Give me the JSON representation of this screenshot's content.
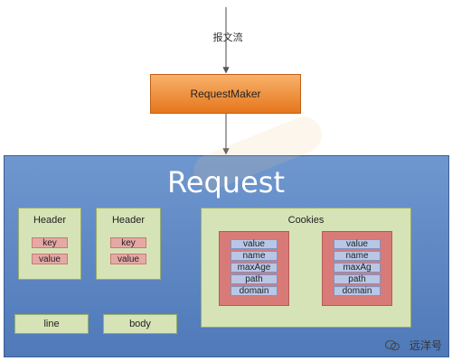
{
  "labels": {
    "top_flow": "报文流",
    "request_maker": "RequestMaker",
    "request": "Request",
    "header1": "Header",
    "header2": "Header",
    "key": "key",
    "value": "value",
    "cookies": "Cookies",
    "cookie1": [
      "value",
      "name",
      "maxAge",
      "path",
      "domain"
    ],
    "cookie2": [
      "value",
      "name",
      "maxAg",
      "path",
      "domain"
    ],
    "line": "line",
    "body": "body",
    "watermark_text": "远洋号"
  },
  "colors": {
    "request_bg": "#5a82c1",
    "request_maker": "#ef8a2b",
    "green_box": "#d6e3b6",
    "pill_pink": "#e5a8a5",
    "cookie_red": "#d77a78",
    "pill_blue": "#b8c7e6"
  },
  "icons": {
    "watermark_icon": "wechat-bubble-icon"
  }
}
